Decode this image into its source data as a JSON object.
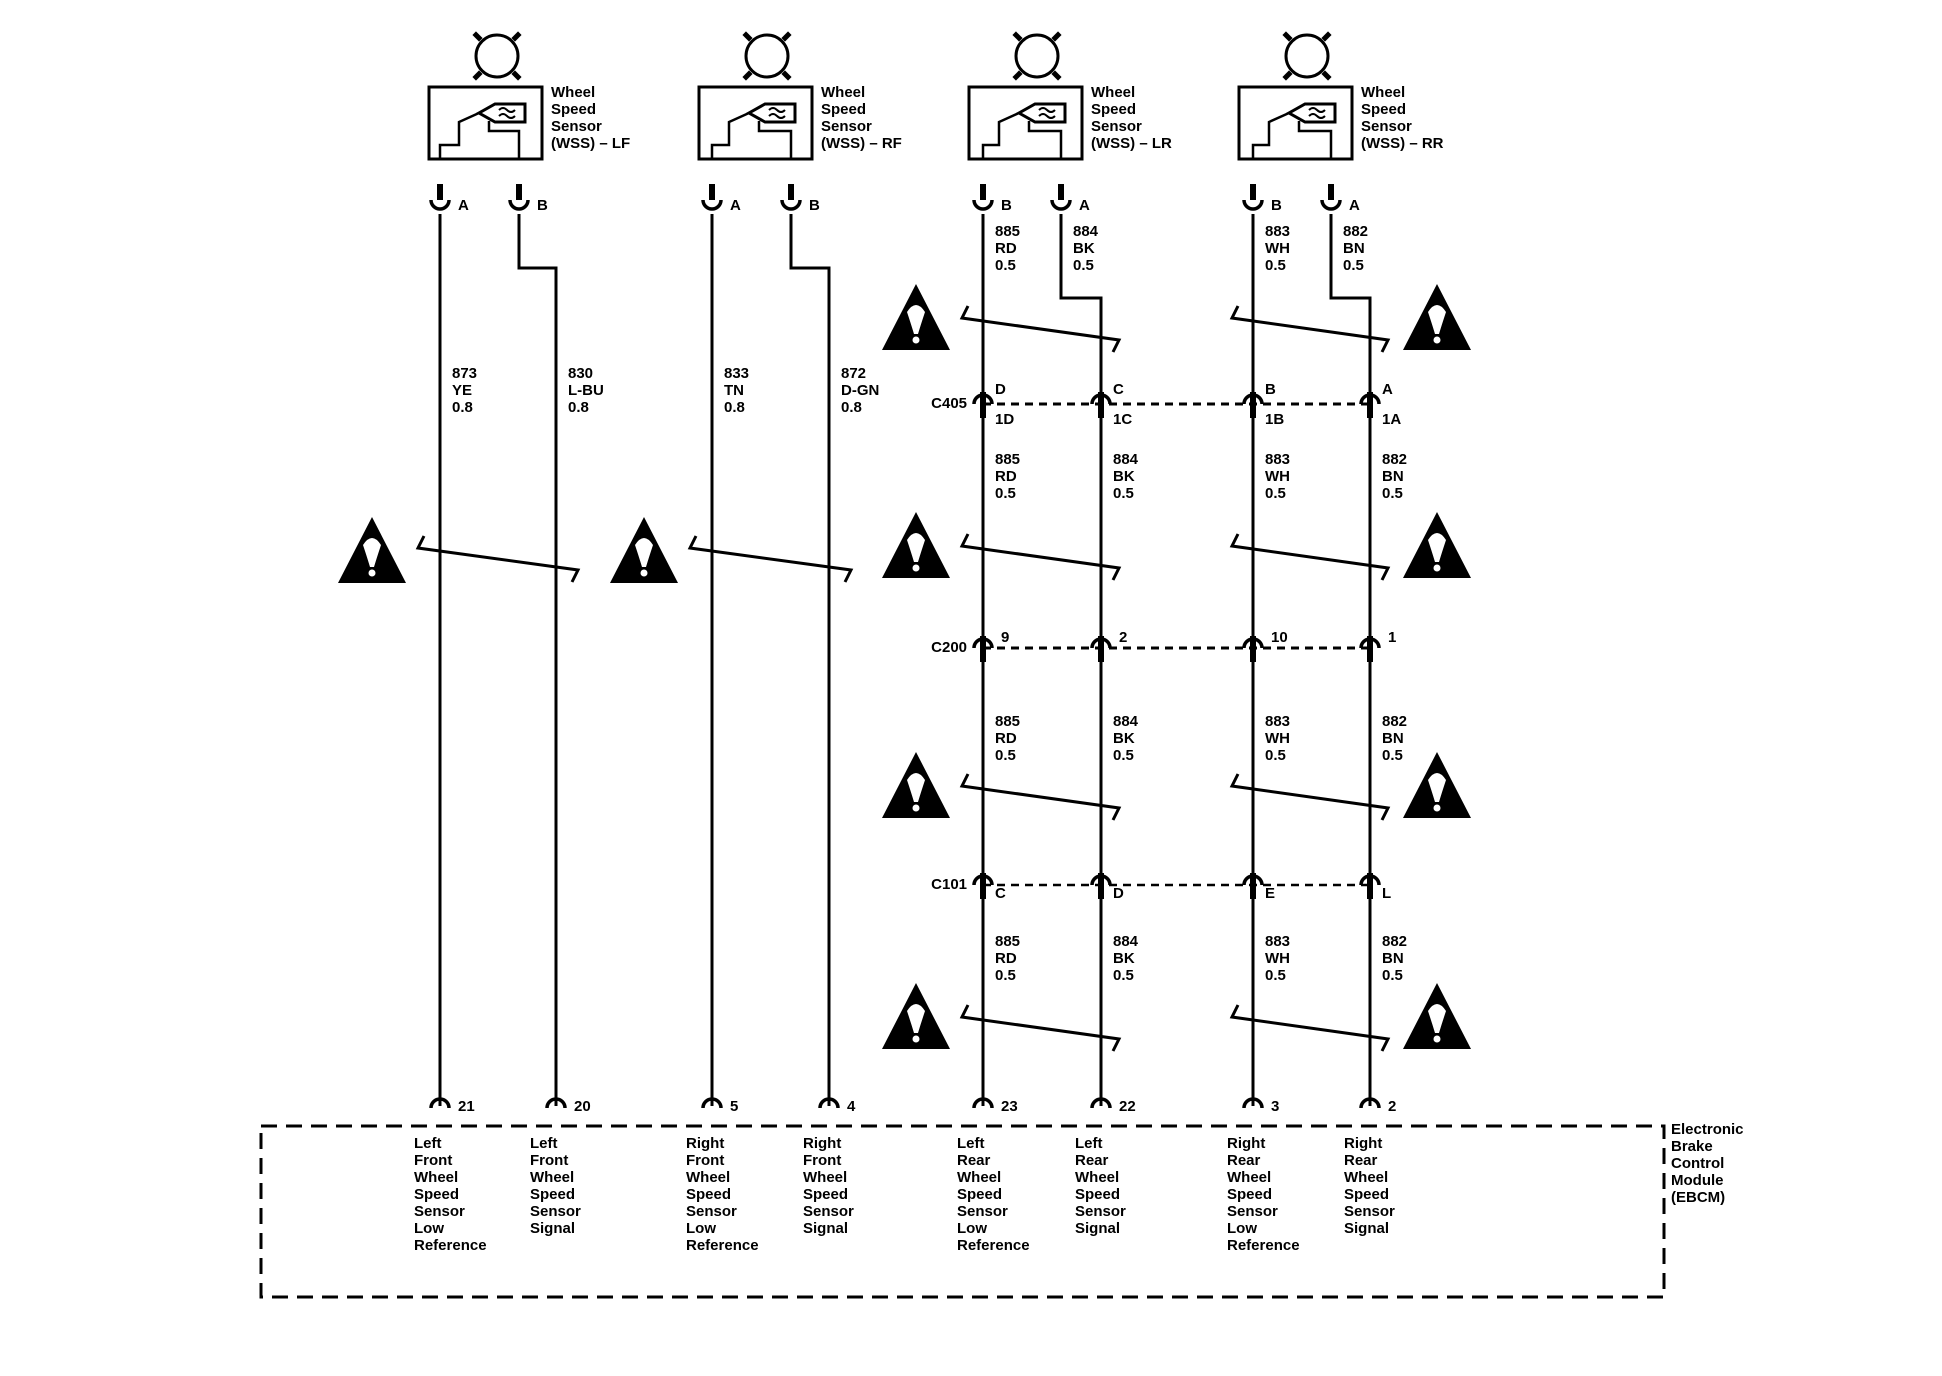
{
  "sensors": [
    {
      "id": "lf",
      "label": [
        "Wheel",
        "Speed",
        "Sensor",
        "(WSS) – LF"
      ]
    },
    {
      "id": "rf",
      "label": [
        "Wheel",
        "Speed",
        "Sensor",
        "(WSS) – RF"
      ]
    },
    {
      "id": "lr",
      "label": [
        "Wheel",
        "Speed",
        "Sensor",
        "(WSS) – LR"
      ]
    },
    {
      "id": "rr",
      "label": [
        "Wheel",
        "Speed",
        "Sensor",
        "(WSS) – RR"
      ]
    }
  ],
  "wires": [
    {
      "sensor_pin": "A",
      "circuit": "873",
      "color": "YE",
      "gauge": "0.8",
      "ebcm_pin": "21",
      "function": [
        "Left",
        "Front",
        "Wheel",
        "Speed",
        "Sensor",
        "Low",
        "Reference"
      ]
    },
    {
      "sensor_pin": "B",
      "circuit": "830",
      "color": "L-BU",
      "gauge": "0.8",
      "ebcm_pin": "20",
      "function": [
        "Left",
        "Front",
        "Wheel",
        "Speed",
        "Sensor",
        "Signal"
      ]
    },
    {
      "sensor_pin": "A",
      "circuit": "833",
      "color": "TN",
      "gauge": "0.8",
      "ebcm_pin": "5",
      "function": [
        "Right",
        "Front",
        "Wheel",
        "Speed",
        "Sensor",
        "Low",
        "Reference"
      ]
    },
    {
      "sensor_pin": "B",
      "circuit": "872",
      "color": "D-GN",
      "gauge": "0.8",
      "ebcm_pin": "4",
      "function": [
        "Right",
        "Front",
        "Wheel",
        "Speed",
        "Sensor",
        "Signal"
      ]
    },
    {
      "sensor_pin": "B",
      "circuit": "885",
      "color": "RD",
      "gauge": "0.5",
      "ebcm_pin": "23",
      "function": [
        "Left",
        "Rear",
        "Wheel",
        "Speed",
        "Sensor",
        "Low",
        "Reference"
      ],
      "c405_top": "D",
      "c405_bottom": "1D",
      "c200": "9",
      "c101": "C"
    },
    {
      "sensor_pin": "A",
      "circuit": "884",
      "color": "BK",
      "gauge": "0.5",
      "ebcm_pin": "22",
      "function": [
        "Left",
        "Rear",
        "Wheel",
        "Speed",
        "Sensor",
        "Signal"
      ],
      "c405_top": "C",
      "c405_bottom": "1C",
      "c200": "2",
      "c101": "D"
    },
    {
      "sensor_pin": "B",
      "circuit": "883",
      "color": "WH",
      "gauge": "0.5",
      "ebcm_pin": "3",
      "function": [
        "Right",
        "Rear",
        "Wheel",
        "Speed",
        "Sensor",
        "Low",
        "Reference"
      ],
      "c405_top": "B",
      "c405_bottom": "1B",
      "c200": "10",
      "c101": "E"
    },
    {
      "sensor_pin": "A",
      "circuit": "882",
      "color": "BN",
      "gauge": "0.5",
      "ebcm_pin": "2",
      "function": [
        "Right",
        "Rear",
        "Wheel",
        "Speed",
        "Sensor",
        "Signal"
      ],
      "c405_top": "A",
      "c405_bottom": "1A",
      "c200": "1",
      "c101": "L"
    }
  ],
  "connectors": {
    "c405": "C405",
    "c200": "C200",
    "c101": "C101"
  },
  "ebcm_label": [
    "Electronic",
    "Brake",
    "Control",
    "Module",
    "(EBCM)"
  ]
}
